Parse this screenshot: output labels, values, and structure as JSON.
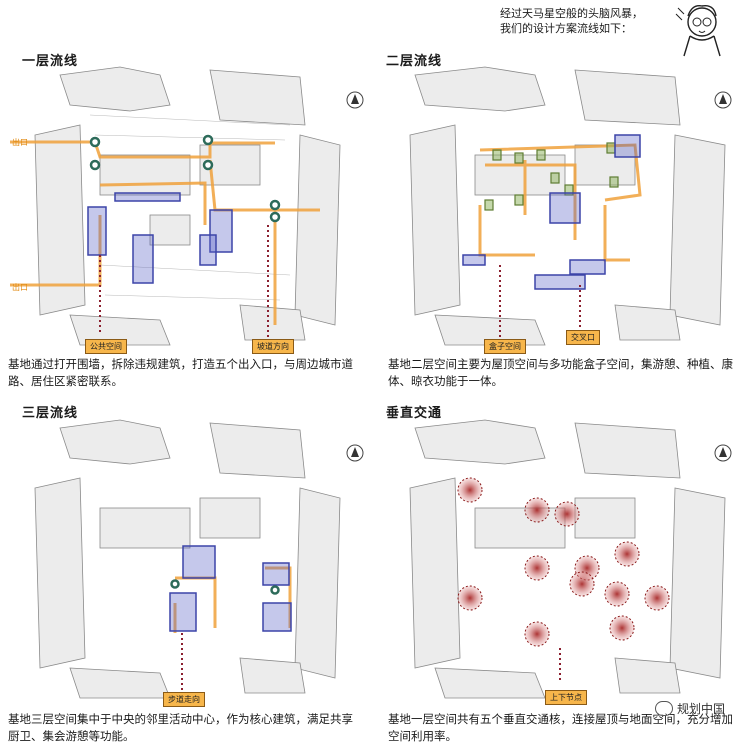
{
  "intro": {
    "line1": "经过天马星空般的头脑风暴，",
    "line2": "我们的设计方案流线如下："
  },
  "panels": [
    {
      "title": "一层流线",
      "tags": [
        "公共空间",
        "坡道方向"
      ],
      "exits": [
        "出口",
        "出口"
      ],
      "caption": "基地通过打开围墙，拆除违规建筑，打造五个出入口，与周边城市道路、居住区紧密联系。"
    },
    {
      "title": "二层流线",
      "tags": [
        "盒子空间",
        "交叉口"
      ],
      "caption": "基地二层空间主要为屋顶空间与多功能盒子空间，集游憩、种植、康体、晾衣功能于一体。"
    },
    {
      "title": "三层流线",
      "tags": [
        "步道走向"
      ],
      "caption": "基地三层空间集中于中央的邻里活动中心，作为核心建筑，满足共享厨卫、集会游憩等功能。"
    },
    {
      "title": "垂直交通",
      "tags": [
        "上下节点"
      ],
      "caption": "基地一层空间共有五个垂直交通核，连接屋顶与地面空间，充分增加空间利用率。"
    }
  ],
  "watermark": "规划中国",
  "colors": {
    "flow": "#f0a23c",
    "box_blue": "#5a62c6",
    "box_green": "#8cb15a",
    "node_red": "#c0392b",
    "tag_fill": "#f7b64b"
  }
}
